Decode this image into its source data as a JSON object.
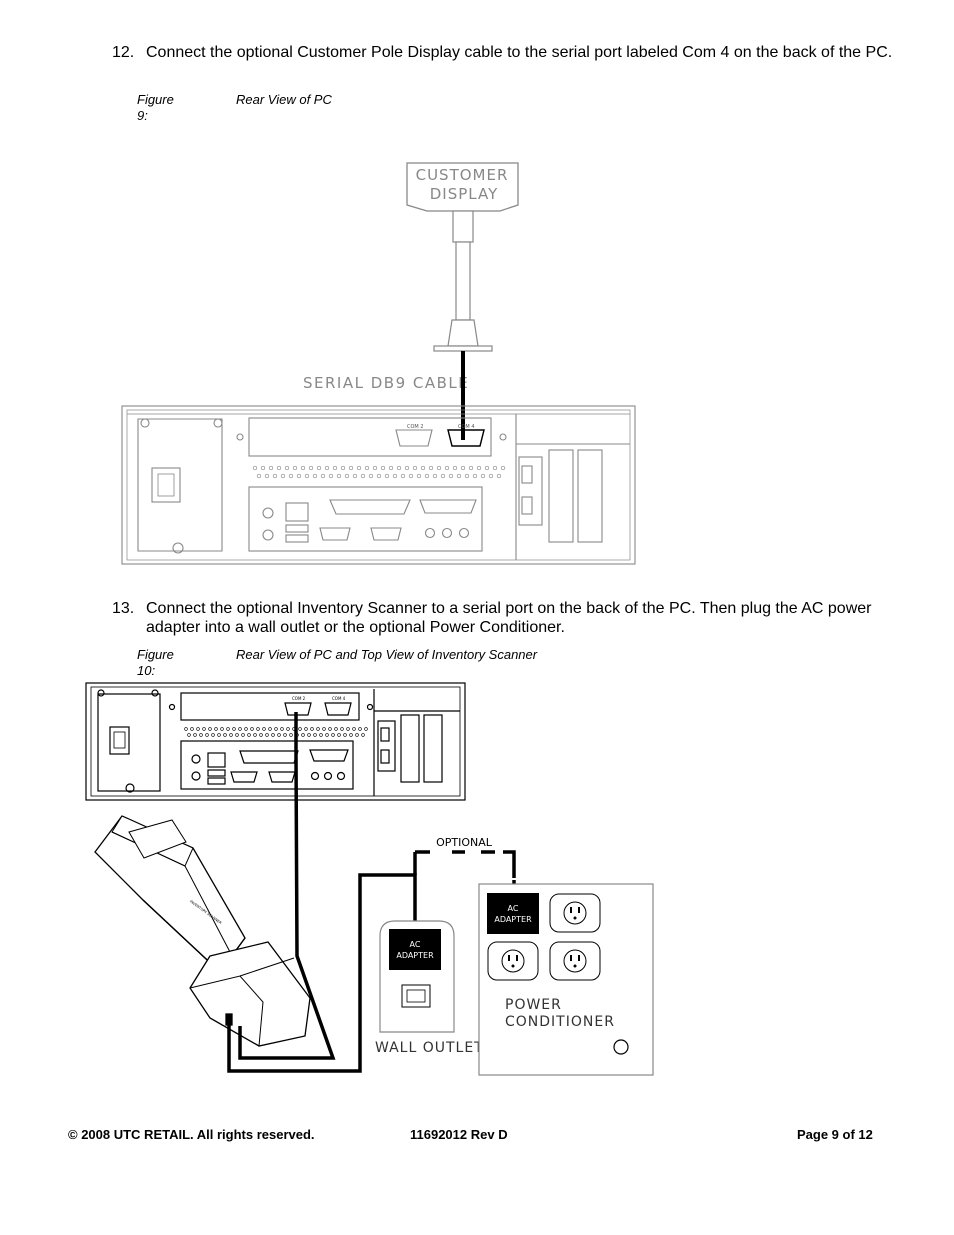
{
  "step12": {
    "number": "12.",
    "text": "Connect the optional Customer Pole Display cable to the serial port labeled Com 4 on the back of the PC."
  },
  "figure9": {
    "label": "Figure 9:",
    "title": "Rear View of PC",
    "customer_display_line1": "CUSTOMER",
    "customer_display_line2": "DISPLAY",
    "cable_label": "SERIAL DB9 CABLE",
    "port_com2": "COM 2",
    "port_com4": "COM 4"
  },
  "step13": {
    "number": "13.",
    "text": "Connect the optional Inventory Scanner to a serial port on the back of the PC.  Then plug the AC power adapter into a wall outlet or the optional Power Conditioner."
  },
  "figure10": {
    "label": "Figure 10:",
    "title": "Rear View of PC and Top View of Inventory Scanner",
    "optional_label": "OPTIONAL",
    "ac_adapter_line1": "AC",
    "ac_adapter_line2": "ADAPTER",
    "wall_outlet_label": "WALL OUTLET",
    "power_conditioner_line1": "POWER",
    "power_conditioner_line2": "CONDITIONER",
    "port_com2": "COM 2",
    "port_com4": "COM 4",
    "scanner_label": "INVENTORY SCANNER"
  },
  "footer": {
    "copyright": "© 2008 UTC RETAIL. All rights reserved.",
    "doc_number": "11692012 Rev D",
    "page": "Page 9 of 12"
  }
}
